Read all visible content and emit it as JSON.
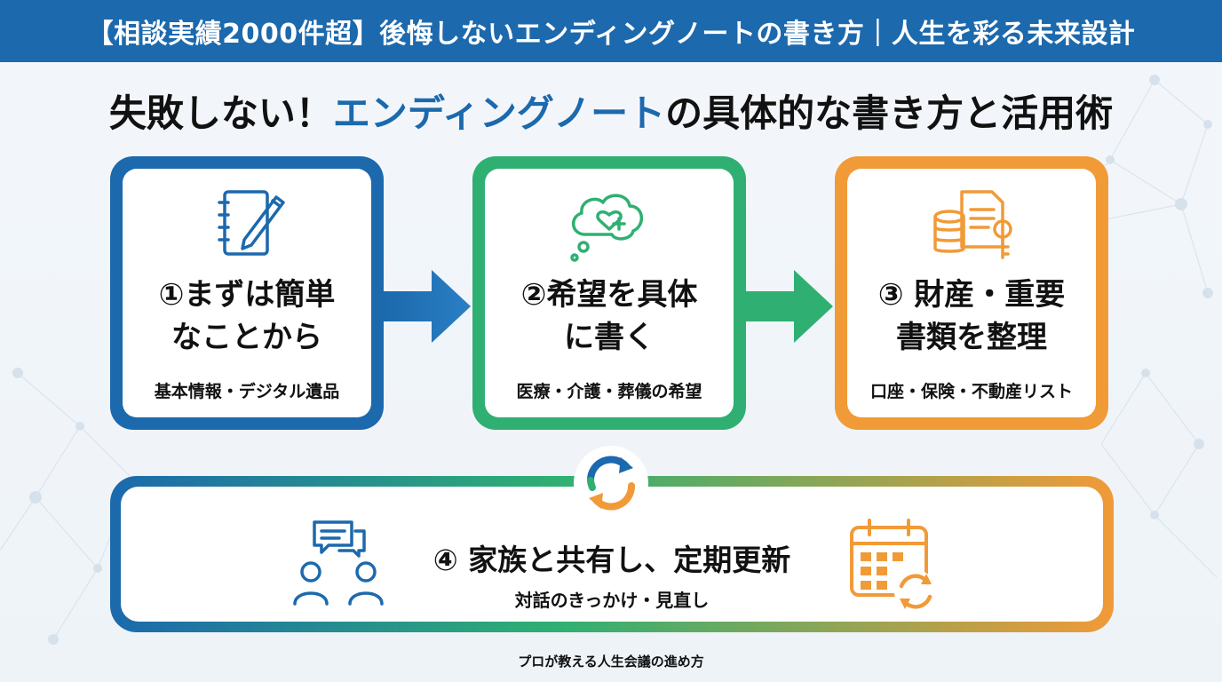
{
  "header": {
    "title": "【相談実績2000件超】後悔しないエンディングノートの書き方｜人生を彩る未来設計"
  },
  "headline": {
    "prefix": "失敗しない！",
    "accent": "エンディングノート",
    "suffix": "の具体的な書き方と活用術"
  },
  "steps": [
    {
      "title_line1": "①まずは簡単",
      "title_line2": "なことから",
      "subtitle": "基本情報・デジタル遺品",
      "icon": "notebook-pen-icon"
    },
    {
      "title_line1": "②希望を具体",
      "title_line2": "に書く",
      "subtitle": "医療・介護・葬儀の希望",
      "icon": "thought-heart-icon"
    },
    {
      "title_line1": "③ 財産・重要",
      "title_line2": "書類を整理",
      "subtitle": "口座・保険・不動産リスト",
      "icon": "coins-documents-key-icon"
    }
  ],
  "final_step": {
    "title": "④ 家族と共有し、定期更新",
    "subtitle": "対話のきっかけ・見直し",
    "left_icon": "people-chat-icon",
    "right_icon": "calendar-refresh-icon"
  },
  "footer": {
    "caption": "プロが教える人生会議の進め方"
  },
  "colors": {
    "blue": "#1c69ad",
    "green": "#2fb072",
    "orange": "#f19a38"
  }
}
